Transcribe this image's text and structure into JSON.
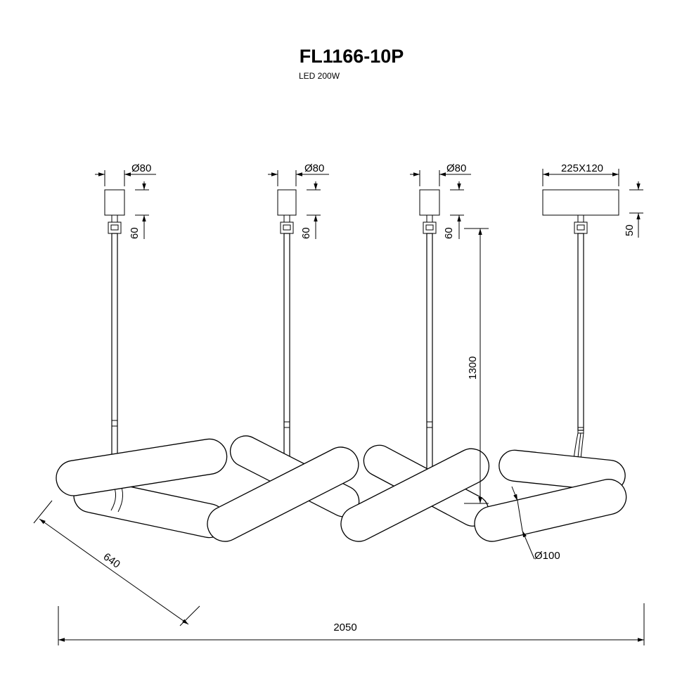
{
  "title": "FL1166-10P",
  "subtitle": "LED 200W",
  "dimensions": {
    "canopy1_diameter": "Ø80",
    "canopy2_diameter": "Ø80",
    "canopy3_diameter": "Ø80",
    "canopy4_size": "225X120",
    "canopy1_height": "60",
    "canopy2_height": "60",
    "canopy3_height": "60",
    "canopy4_height": "50",
    "suspension_length": "1300",
    "tube_diameter": "Ø100",
    "depth": "640",
    "width": "2050"
  }
}
